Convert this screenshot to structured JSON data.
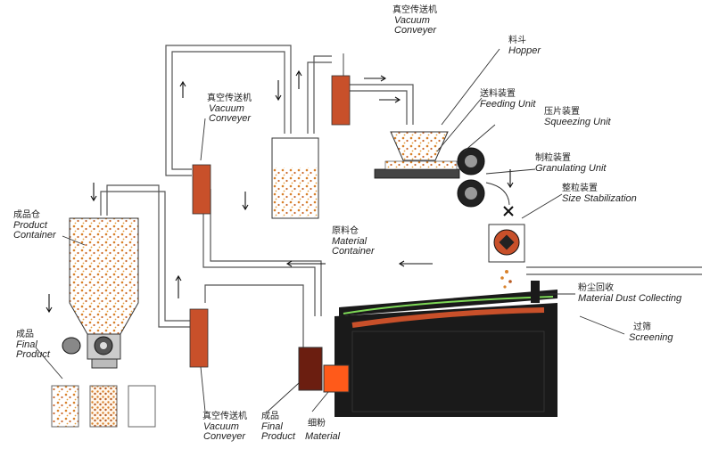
{
  "labels": {
    "vacuum_top": {
      "zh": "真空传送机",
      "en1": "Vacuum",
      "en2": "Conveyer"
    },
    "vacuum_mid": {
      "zh": "真空传送机",
      "en1": "Vacuum",
      "en2": "Conveyer"
    },
    "vacuum_bottom": {
      "zh": "真空传送机",
      "en1": "Vacuum",
      "en2": "Conveyer"
    },
    "hopper": {
      "zh": "料斗",
      "en": "Hopper"
    },
    "feeding": {
      "zh": "送料装置",
      "en": "Feeding Unit"
    },
    "squeezing": {
      "zh": "压片装置",
      "en": "Squeezing Unit"
    },
    "granulating": {
      "zh": "制粒装置",
      "en": "Granulating Unit"
    },
    "size_stab": {
      "zh": "整粒装置",
      "en": "Size Stabilization"
    },
    "material_container": {
      "zh": "原料仓",
      "en1": "Material",
      "en2": "Container"
    },
    "dust": {
      "zh": "粉尘回收",
      "en": "Material Dust Collecting"
    },
    "screening": {
      "zh": "过筛",
      "en": "Screening"
    },
    "product_container": {
      "zh": "成品仓",
      "en1": "Product",
      "en2": "Container"
    },
    "final_left": {
      "zh": "成品",
      "en1": "Final",
      "en2": "Product"
    },
    "final_bottom": {
      "zh": "成品",
      "en1": "Final",
      "en2": "Product"
    },
    "fine_material": {
      "zh": "细粉",
      "en": "Material"
    }
  },
  "colors": {
    "conveyer": "#c8502a",
    "granule": "#d9822b",
    "machine": "#1a1a1a",
    "hot": "#ff5a1a",
    "screen_line": "#7ed957"
  }
}
